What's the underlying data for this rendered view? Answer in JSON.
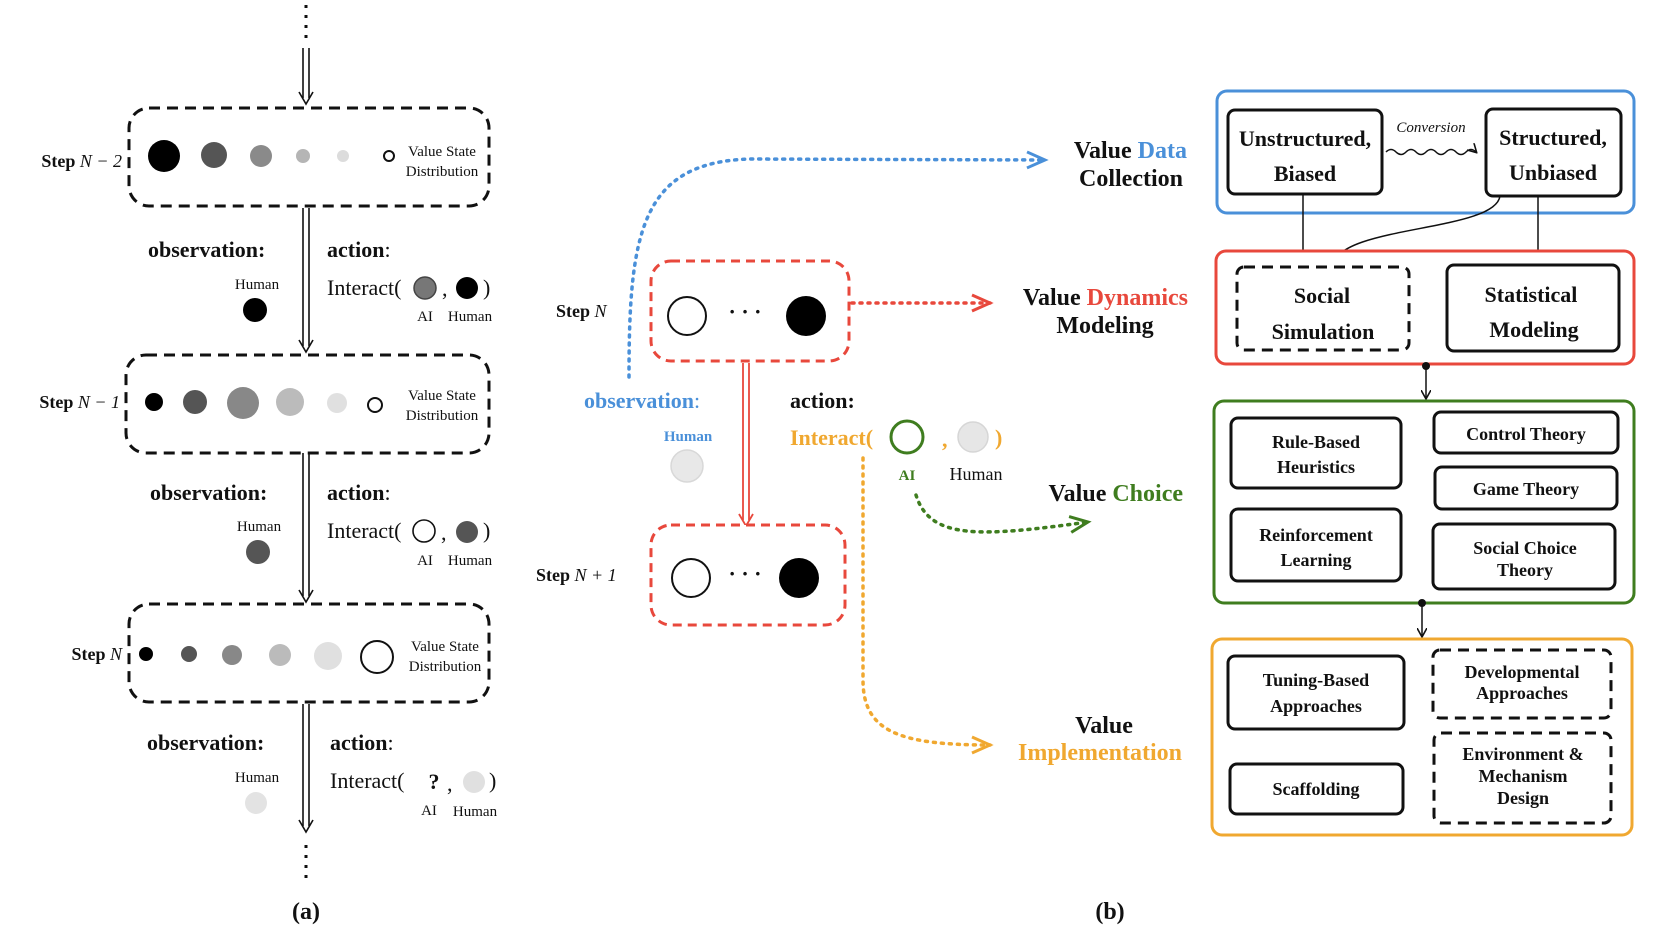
{
  "colors": {
    "blue": "#4a90d9",
    "red": "#e8483c",
    "green": "#3f7d1f",
    "orange": "#f0a830",
    "black": "#111111"
  },
  "panel_a": {
    "label": "(a)",
    "steps": [
      {
        "label": "Step N − 2",
        "step_word": "Step",
        "step_var": "N − 2",
        "legend_line1": "Value State",
        "legend_line2": "Distribution"
      },
      {
        "label": "Step N − 1",
        "step_word": "Step",
        "step_var": "N − 1",
        "legend_line1": "Value State",
        "legend_line2": "Distribution"
      },
      {
        "label": "Step N",
        "step_word": "Step",
        "step_var": "N",
        "legend_line1": "Value State",
        "legend_line2": "Distribution"
      }
    ],
    "transitions": [
      {
        "observation": "observation:",
        "action_word": "action",
        "colon": ":",
        "human": "Human",
        "interact": "Interact(",
        "comma": ",",
        "close": ")",
        "ai": "AI",
        "human_small": "Human",
        "ai_symbol": ""
      },
      {
        "observation": "observation:",
        "action_word": "action",
        "colon": ":",
        "human": "Human",
        "interact": "Interact(",
        "comma": ",",
        "close": ")",
        "ai": "AI",
        "human_small": "Human",
        "ai_symbol": ""
      },
      {
        "observation": "observation:",
        "action_word": "action",
        "colon": ":",
        "human": "Human",
        "interact": "Interact(",
        "comma": ",",
        "close": ")",
        "ai": "AI",
        "human_small": "Human",
        "ai_symbol": "?"
      }
    ]
  },
  "panel_b": {
    "label": "(b)",
    "step_n": {
      "step_word": "Step",
      "step_var": "N"
    },
    "step_n1": {
      "step_word": "Step",
      "step_var": "N + 1"
    },
    "ellipsis": "· · ·",
    "observation": "observation",
    "colon": ":",
    "action": "action:",
    "human": "Human",
    "interact": "Interact(",
    "comma": ",",
    "close": ")",
    "ai": "AI",
    "human_small": "Human",
    "targets": {
      "data_collection": {
        "prefix": "Value ",
        "accent": "Data",
        "line2": "Collection"
      },
      "dynamics_modeling": {
        "prefix": "Value ",
        "accent": "Dynamics",
        "line2": "Modeling"
      },
      "choice": {
        "prefix": "Value ",
        "accent": "Choice"
      },
      "implementation": {
        "line1": "Value",
        "accent": "Implementation"
      }
    }
  },
  "framework": {
    "blue_group": {
      "unstructured_1": "Unstructured,",
      "unstructured_2": "Biased",
      "conversion": "Conversion",
      "structured_1": "Structured,",
      "structured_2": "Unbiased"
    },
    "red_group": {
      "social_1": "Social",
      "social_2": "Simulation",
      "statistical_1": "Statistical",
      "statistical_2": "Modeling"
    },
    "green_group": {
      "rule_1": "Rule-Based",
      "rule_2": "Heuristics",
      "control": "Control Theory",
      "game": "Game Theory",
      "rl_1": "Reinforcement",
      "rl_2": "Learning",
      "social_choice_1": "Social Choice",
      "social_choice_2": "Theory"
    },
    "orange_group": {
      "tuning_1": "Tuning-Based",
      "tuning_2": "Approaches",
      "developmental_1": "Developmental",
      "developmental_2": "Approaches",
      "scaffolding": "Scaffolding",
      "environment_1": "Environment &",
      "environment_2": "Mechanism",
      "environment_3": "Design"
    }
  }
}
